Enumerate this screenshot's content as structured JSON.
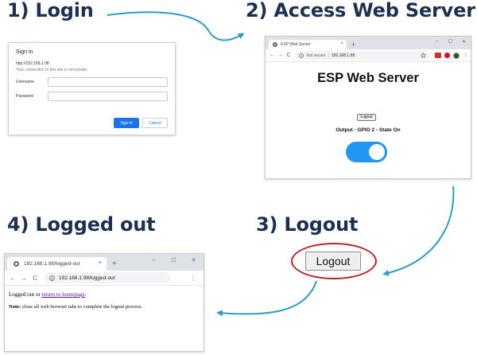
{
  "steps": {
    "login": "1) Login",
    "access": "2) Access Web Server",
    "logout": "3) Logout",
    "logged_out": "4) Logged out"
  },
  "colors": {
    "heading": "#1c3150",
    "arrow": "#2a9fc3",
    "ring": "#b8232a",
    "toggle": "#2196f3",
    "primary": "#1a73e8"
  },
  "signin": {
    "title": "Sign in",
    "url": "http://192.168.1.98",
    "notice": "Your connection to this site is not private",
    "username_label": "Username",
    "password_label": "Password",
    "username_value": "",
    "password_value": "",
    "sign_in_button": "Sign in",
    "cancel_button": "Cancel"
  },
  "browser_a": {
    "tab_title": "ESP Web Server",
    "tab_close": "×",
    "new_tab": "+",
    "window_controls": [
      "–",
      "☐",
      "✕"
    ],
    "nav": {
      "back": "←",
      "forward": "→",
      "reload": "C"
    },
    "security_label": "Not secure",
    "url": "192.168.1.98",
    "icons": [
      "info-icon",
      "star-icon",
      "extension-icon",
      "pinterest-icon",
      "profile-icon",
      "menu-icon"
    ],
    "page": {
      "heading": "ESP Web Server",
      "logout_button": "Logout",
      "status": "Output - GPIO 2 - State On",
      "toggle_on": true
    }
  },
  "logout_step": {
    "button": "Logout"
  },
  "browser_b": {
    "tab_title": "192.168.1.98/logged-out",
    "tab_close": "×",
    "new_tab": "+",
    "window_controls": [
      "–",
      "☐",
      "✕"
    ],
    "nav": {
      "back": "←",
      "forward": "→",
      "reload": "C"
    },
    "url": "192.168.1.98/logged-out",
    "menu": "⋮",
    "page": {
      "line1_prefix": "Logged out or ",
      "line1_link": "return to homepage",
      "line1_suffix": ".",
      "note_label": "Note:",
      "note_text": " close all web browser tabs to complete the logout process."
    }
  }
}
